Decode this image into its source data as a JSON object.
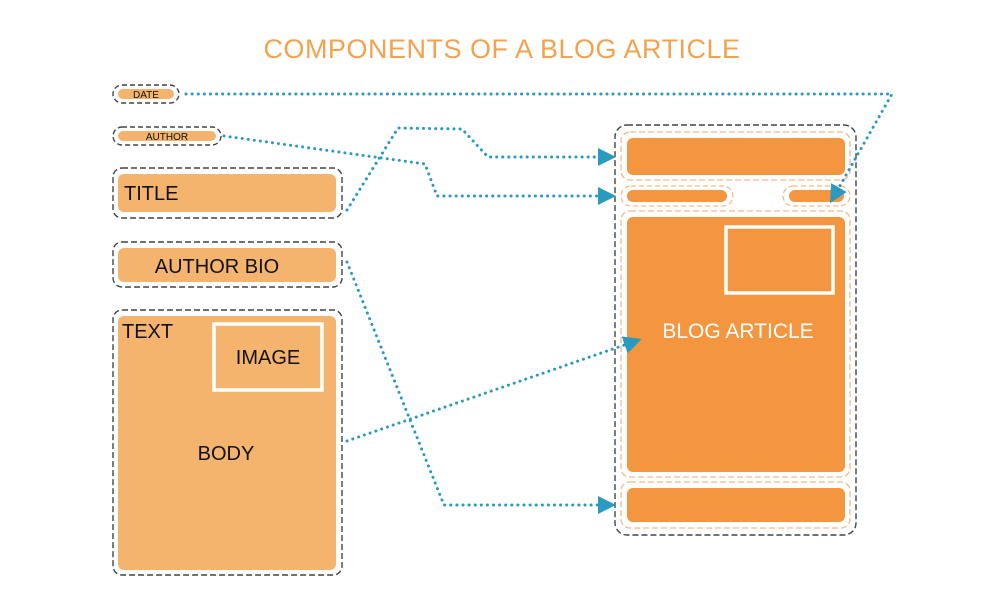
{
  "title": "COMPONENTS OF A BLOG ARTICLE",
  "components": {
    "date": "DATE",
    "author": "AUTHOR",
    "title": "TITLE",
    "author_bio": "AUTHOR BIO",
    "text": "TEXT",
    "image": "IMAGE",
    "body": "BODY"
  },
  "article": {
    "label": "BLOG ARTICLE"
  },
  "colors": {
    "light_orange": "#f4b46e",
    "dark_orange": "#f4953f",
    "dashed_outline": "#444444",
    "arrow": "#2a9ac0",
    "title_text": "#f4a24e"
  }
}
